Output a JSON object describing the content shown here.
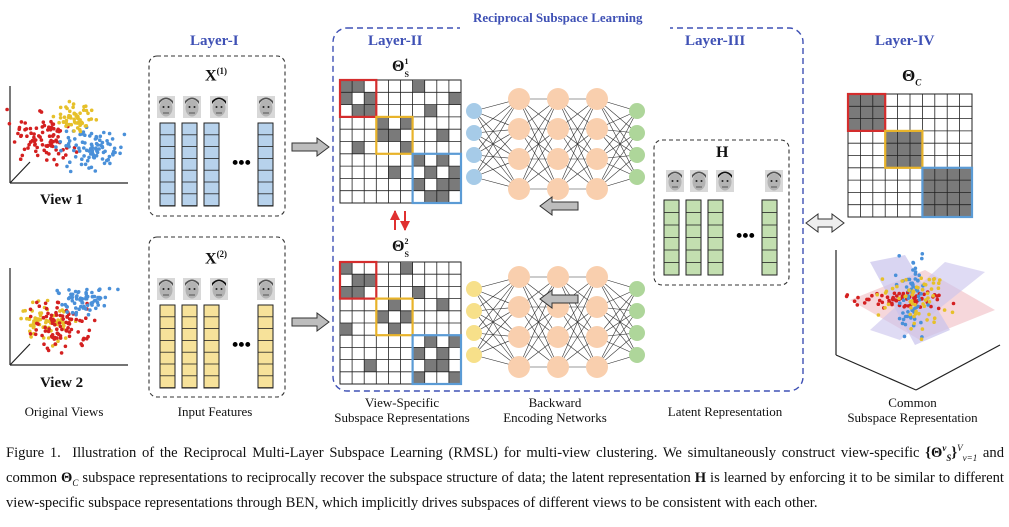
{
  "section_title": "Reciprocal Subspace Learning",
  "layers": {
    "layer1": "Layer-I",
    "layer2": "Layer-II",
    "layer3": "Layer-III",
    "layer4": "Layer-IV"
  },
  "views": {
    "view1": "View 1",
    "view2": "View 2"
  },
  "matrix_labels": {
    "x1": "X",
    "x1_sup": "(1)",
    "x2": "X",
    "x2_sup": "(2)",
    "theta_s1": "Θ",
    "theta_s1_sub": "S",
    "theta_s1_sup": "1",
    "theta_s2": "Θ",
    "theta_s2_sub": "S",
    "theta_s2_sup": "2",
    "h": "H",
    "theta_c": "Θ",
    "theta_c_sub": "C"
  },
  "bottom_labels": {
    "original_views": "Original Views",
    "input_features": "Input Features",
    "view_specific_1": "View-Specific",
    "view_specific_2": "Subspace Representations",
    "backward_1": "Backward",
    "backward_2": "Encoding Networks",
    "latent": "Latent Representation",
    "common_1": "Common",
    "common_2": "Subspace Representation"
  },
  "caption": {
    "fig_label": "Figure 1.",
    "part1": "Illustration of the Reciprocal Multi-Layer Subspace Learning (RMSL) for multi-view clustering. We simultaneously construct view-specific",
    "math1": "{Θ",
    "math1_sup": "v",
    "math1_sub": "S",
    "math1_close": "}",
    "math1_lim_sup": "V",
    "math1_lim_sub": "v=1",
    "part2": "and common",
    "math2": "Θ",
    "math2_sub": "C",
    "part3": "subspace representations to reciprocally recover the subspace structure of data; the latent representation",
    "math3": "H",
    "part4": "is learned by enforcing it to be similar to different view-specific subspace representations through BEN, which implicitly drives subspaces of different views to be consistent with each other."
  },
  "colors": {
    "layer_title": "#3f51b5",
    "view1_feature": "#b7d2ec",
    "view2_feature": "#f7e29a",
    "latent_feature": "#c3dfb0",
    "hidden_node": "#f9cfae",
    "input_node_v1": "#a6cbe8",
    "input_node_v2": "#f7e08a",
    "output_node": "#aed69a",
    "block_red": "#d42d2d",
    "block_yellow": "#e8b32a",
    "block_blue": "#5b9bd5",
    "cell_dark": "#7a7a7a"
  },
  "icons": [
    "face-icon",
    "down-arrow-icon",
    "right-arrow-icon",
    "double-arrow-icon"
  ]
}
